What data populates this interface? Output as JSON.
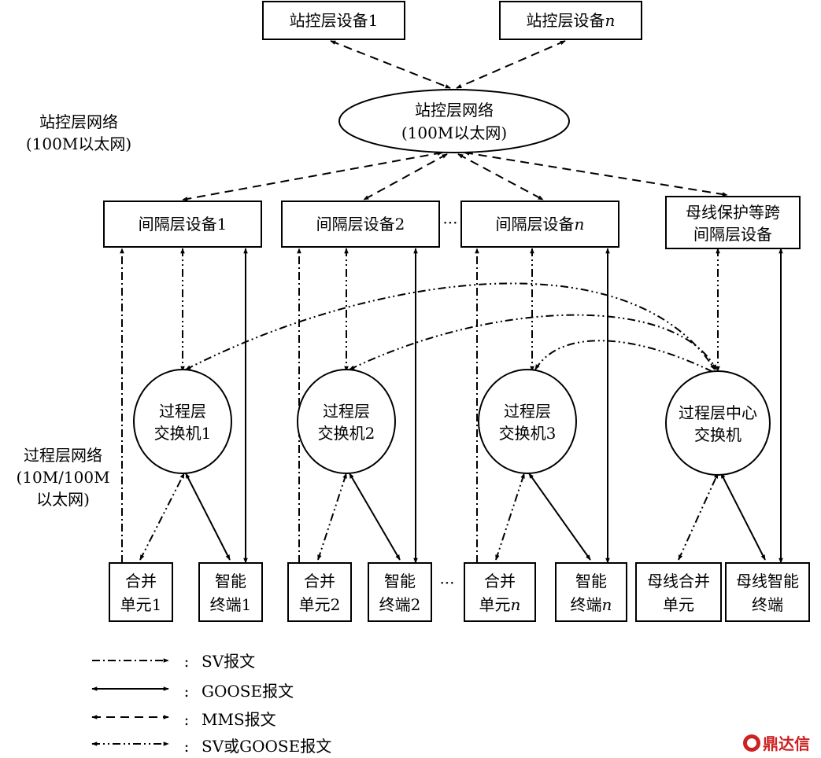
{
  "station": {
    "device1": "站控层设备1",
    "device_n_prefix": "站控层设备",
    "device_n_suffix": "n",
    "network_l1": "站控层网络",
    "network_l2": "(100M以太网)",
    "side_l1": "站控层网络",
    "side_l2": "(100M以太网)"
  },
  "bay": {
    "dev1": "间隔层设备1",
    "dev2": "间隔层设备2",
    "devn_prefix": "间隔层设备",
    "devn_suffix": "n",
    "ellipsis": "···",
    "busbar_l1": "母线保护等跨",
    "busbar_l2": "间隔层设备"
  },
  "process": {
    "side_l1": "过程层网络",
    "side_l2": "(10M/100M",
    "side_l3": "以太网)",
    "sw1_l1": "过程层",
    "sw1_l2": "交换机1",
    "sw2_l1": "过程层",
    "sw2_l2": "交换机2",
    "sw3_l1": "过程层",
    "sw3_l2": "交换机3",
    "central_l1": "过程层中心",
    "central_l2": "交换机"
  },
  "bottom": {
    "mu_l1": "合并",
    "mu1_l2": "单元1",
    "mu2_l2": "单元2",
    "mun_l2_prefix": "单元",
    "mun_l2_suffix": "n",
    "it_l1": "智能",
    "it1_l2": "终端1",
    "it2_l2": "终端2",
    "itn_l2_prefix": "终端",
    "itn_l2_suffix": "n",
    "bmu_l1": "母线合并",
    "bmu_l2": "单元",
    "bit_l1": "母线智能",
    "bit_l2": "终端",
    "ellipsis": "···"
  },
  "legend": {
    "colon": ":",
    "sv": "SV报文",
    "goose": "GOOSE报文",
    "mms": "MMS报文",
    "svgoose": "SV或GOOSE报文"
  },
  "watermark": "鼎达信"
}
